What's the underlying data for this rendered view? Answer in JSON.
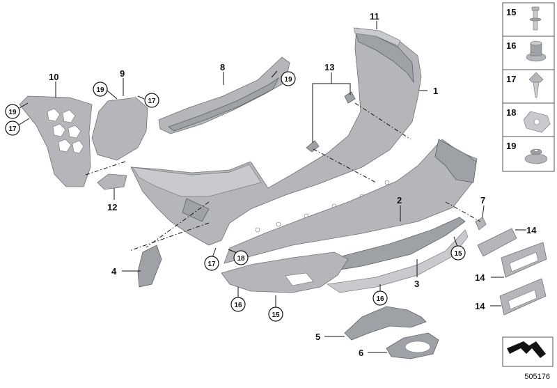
{
  "diagram": {
    "callouts": {
      "c1": "1",
      "c2": "2",
      "c3": "3",
      "c4": "4",
      "c5": "5",
      "c6": "6",
      "c7": "7",
      "c8": "8",
      "c9": "9",
      "c10": "10",
      "c11": "11",
      "c12": "12",
      "c13": "13",
      "c14a": "14",
      "c14b": "14",
      "c14c": "14"
    },
    "circled": {
      "c19_left": "19",
      "c17_left": "17",
      "c19_bracket": "19",
      "c17_bracket": "17",
      "c19_beam": "19",
      "c17_lower": "17",
      "c18_lower": "18",
      "c15_rail": "15",
      "c16_diffuser": "16",
      "c16_trim": "16",
      "c15_trim": "15"
    },
    "legend": {
      "items": [
        {
          "label": "15",
          "icon": "bolt-icon"
        },
        {
          "label": "16",
          "icon": "cap-nut-icon"
        },
        {
          "label": "17",
          "icon": "screw-icon"
        },
        {
          "label": "18",
          "icon": "clip-nut-icon"
        },
        {
          "label": "19",
          "icon": "collar-nut-icon"
        }
      ]
    },
    "reference_number": "505176"
  }
}
